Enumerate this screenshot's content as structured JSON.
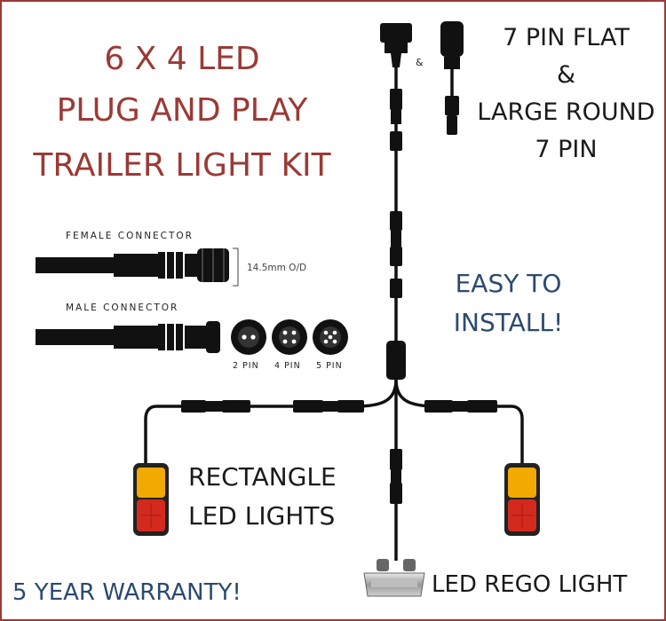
{
  "title": {
    "line1": "6 X 4 LED",
    "line2": "PLUG AND PLAY",
    "line3": "TRAILER LIGHT KIT"
  },
  "plug_label": {
    "line1": "7 PIN FLAT",
    "line2": "&",
    "line3": "LARGE ROUND",
    "line4": "7 PIN",
    "small_ampersand": "&"
  },
  "connectors": {
    "female_caption": "FEMALE CONNECTOR",
    "male_caption": "MALE CONNECTOR",
    "dimension": "14.5mm O/D",
    "pin_labels": [
      "2 PIN",
      "4 PIN",
      "5 PIN"
    ]
  },
  "easy_install": {
    "line1": "EASY TO",
    "line2": "INSTALL!"
  },
  "rectangle_lights": {
    "line1": "RECTANGLE",
    "line2": "LED LIGHTS"
  },
  "rego_light": "LED REGO LIGHT",
  "warranty": "5 YEAR WARRANTY!",
  "colors": {
    "title": "#9b3a35",
    "accent_blue": "#2b4a6f",
    "cable": "#111111",
    "lamp_amber": "#f2a900",
    "lamp_red": "#d42a1e",
    "border": "#9b3a35"
  }
}
